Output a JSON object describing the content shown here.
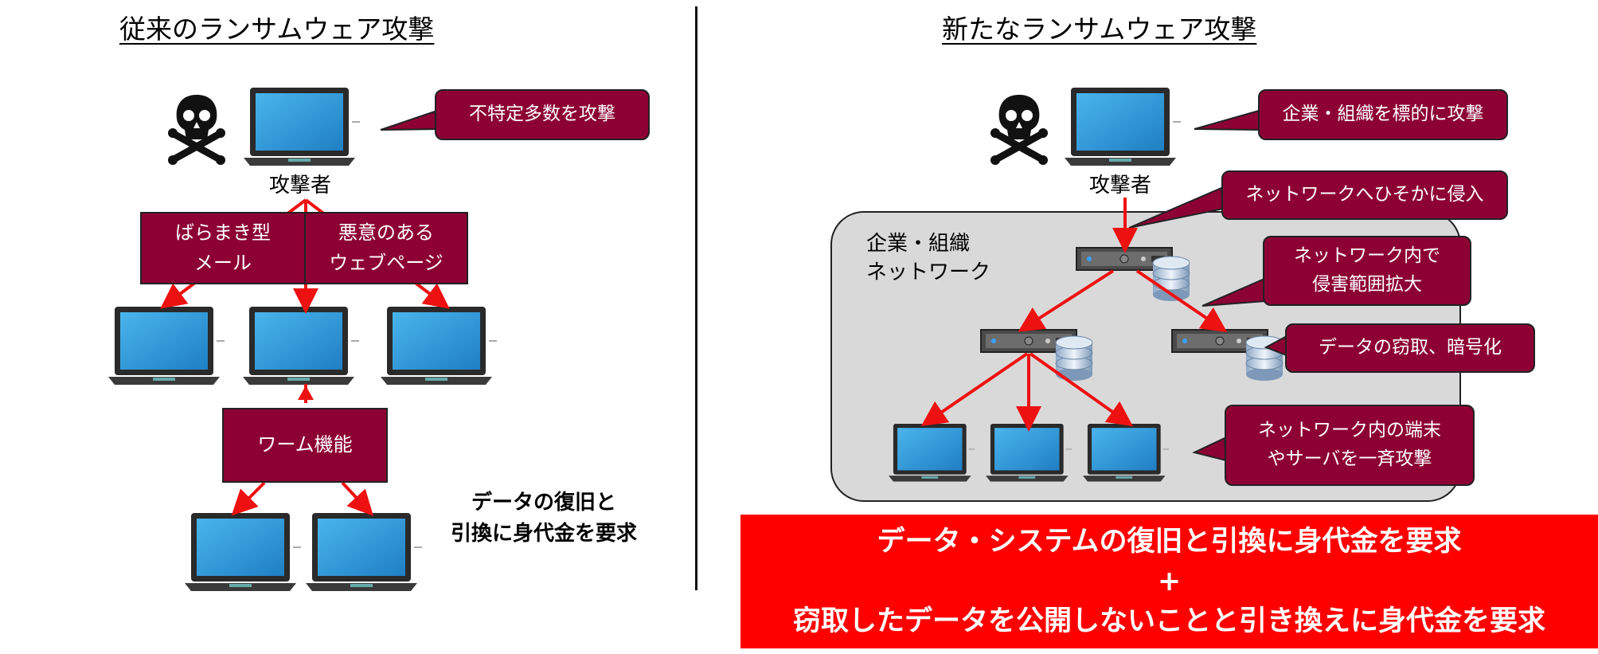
{
  "left": {
    "title": "従来のランサムウェア攻撃",
    "attacker_label": "攻撃者",
    "callout": "不特定多数を攻撃",
    "box_mail": "ばらまき型\nメール",
    "box_web": "悪意のある\nウェブページ",
    "box_worm": "ワーム機能",
    "ransom_note": "データの復旧と\n引換に身代金を要求"
  },
  "right": {
    "title": "新たなランサムウェア攻撃",
    "attacker_label": "攻撃者",
    "callout_target": "企業・組織を標的に攻撃",
    "callout_intrude": "ネットワークへひそかに侵入",
    "network_label": "企業・組織\nネットワーク",
    "callout_spread": "ネットワーク内で\n侵害範囲拡大",
    "callout_steal": "データの窃取、暗号化",
    "callout_endpoints": "ネットワーク内の端末\nやサーバを一斉攻撃"
  },
  "banner": {
    "line1": "データ・システムの復旧と引換に身代金を要求",
    "line2": "+",
    "line3": "窃取したデータを公開しないことと引き換えに身代金を要求"
  },
  "colors": {
    "box_fill": "#8c0033",
    "arrow": "#ee1111",
    "banner": "#ff0000",
    "network_bg": "#d9d9d9",
    "screen": "#2b8fd0"
  },
  "icons": [
    "skull-crossbones-icon",
    "laptop-icon",
    "server-icon",
    "database-icon"
  ]
}
